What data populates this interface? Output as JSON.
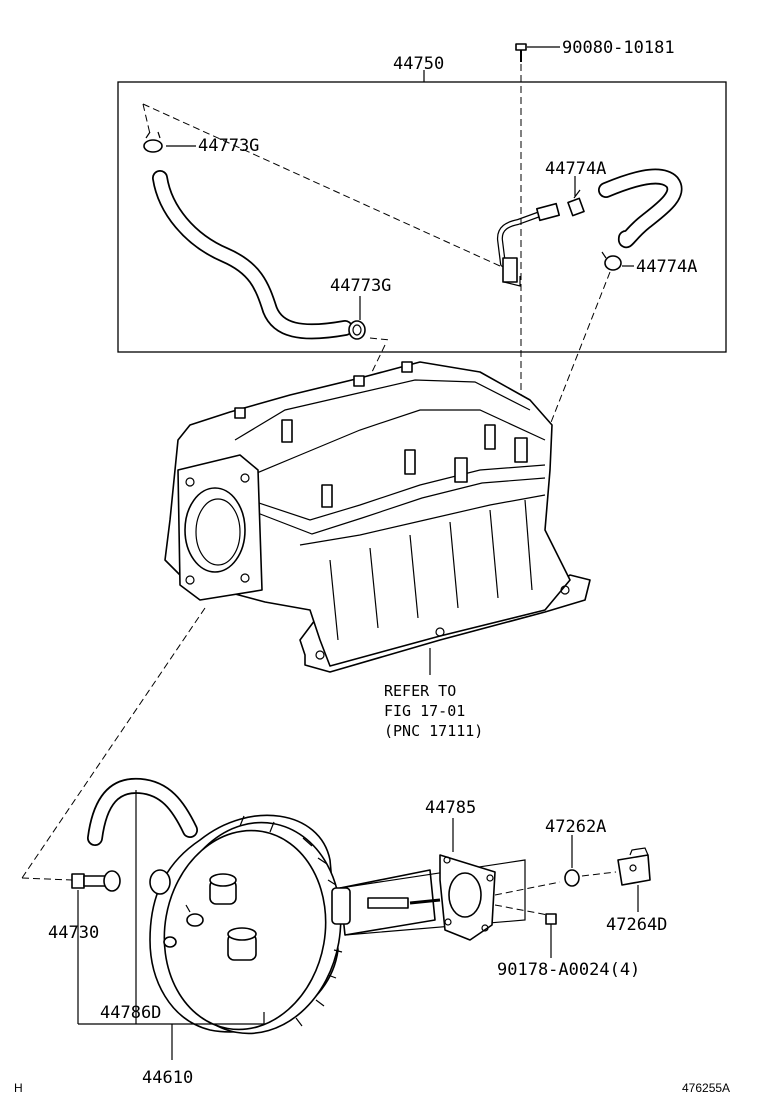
{
  "callouts": {
    "p90080": "90080-10181",
    "p44750": "44750",
    "p44773g_top": "44773G",
    "p44774a_top": "44774A",
    "p44774a_mid": "44774A",
    "p44773g_mid": "44773G",
    "refer_line1": "REFER TO",
    "refer_line2": "FIG 17-01",
    "refer_line3": "(PNC 17111)",
    "p44785": "44785",
    "p47262a": "47262A",
    "p44730": "44730",
    "p47264d": "47264D",
    "p90178": "90178-A0024(4)",
    "p44786d": "44786D",
    "p44610": "44610"
  },
  "footer": {
    "left_mark": "H",
    "figure_id": "476255A"
  }
}
